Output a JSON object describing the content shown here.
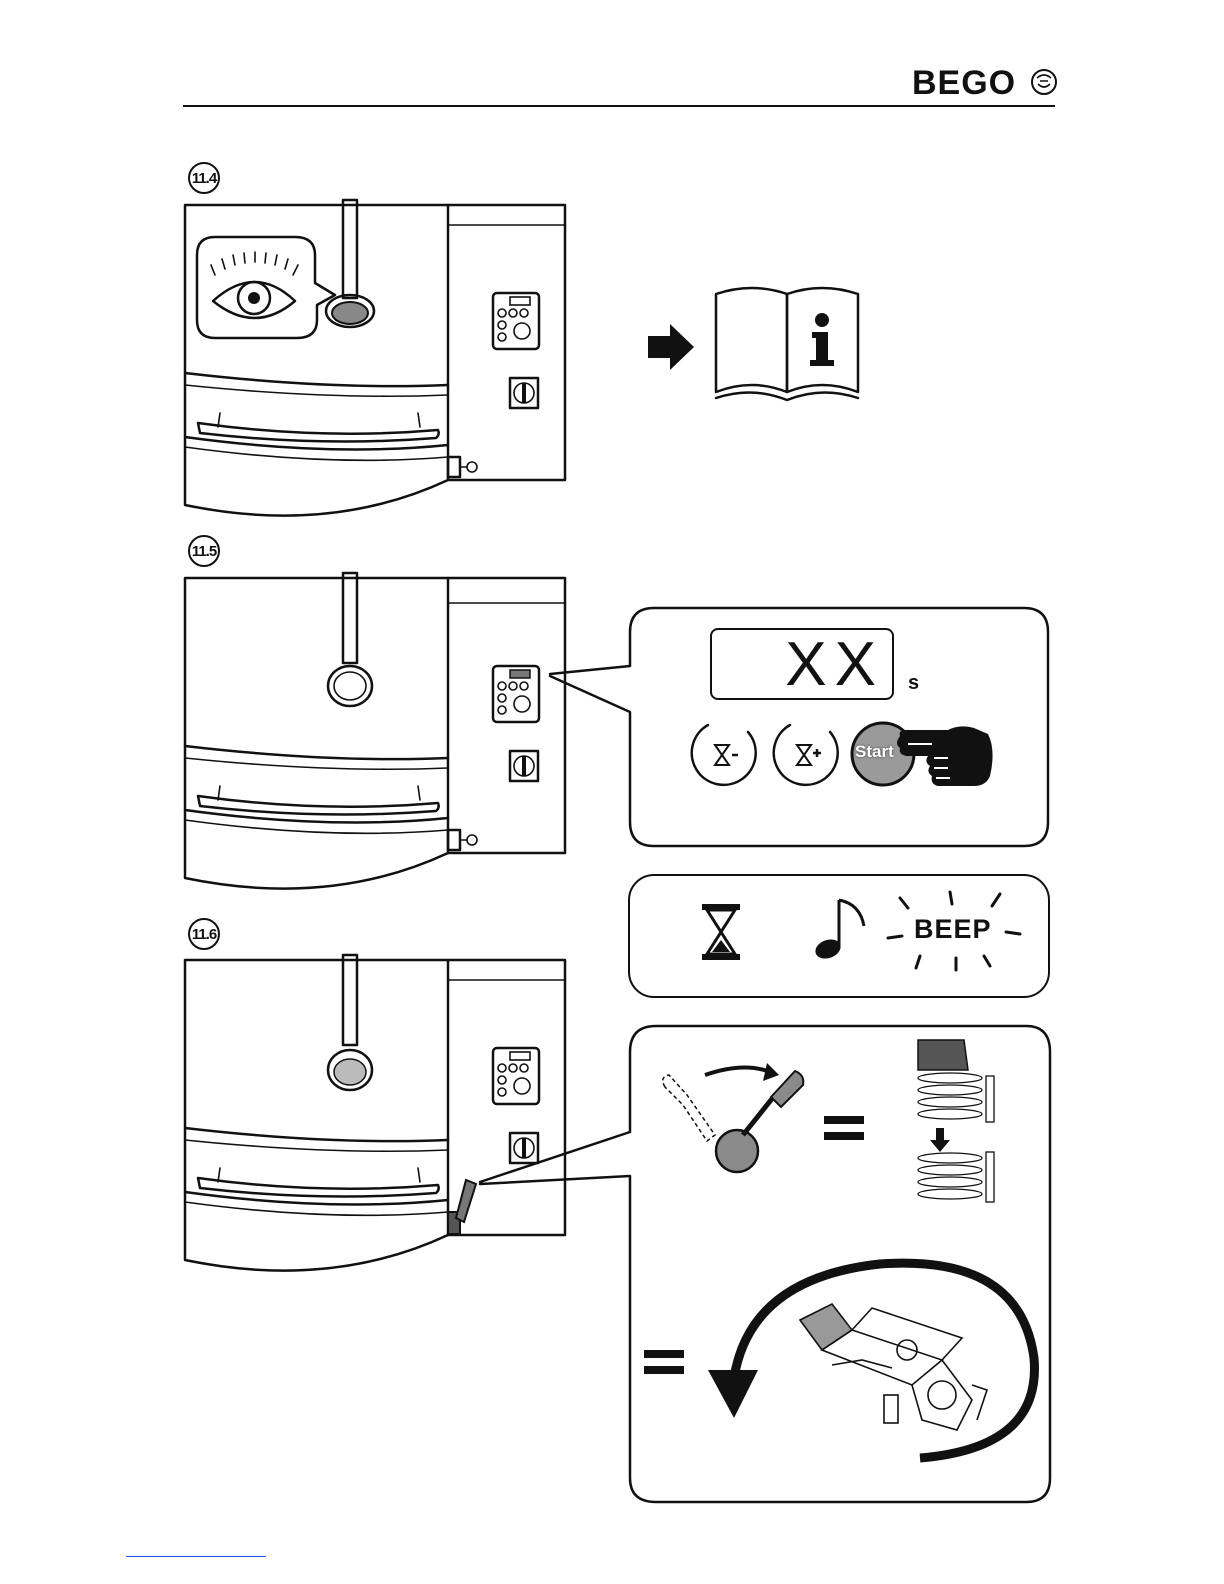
{
  "header": {
    "brand": "BEGO",
    "logo_icon": "bego-seal-icon"
  },
  "steps": [
    {
      "number": "11.4"
    },
    {
      "number": "11.5"
    },
    {
      "number": "11.6"
    }
  ],
  "timer_panel": {
    "display_value": "XX",
    "display_unit": "s",
    "buttons": [
      {
        "icon": "hourglass-minus-icon"
      },
      {
        "icon": "hourglass-plus-icon"
      },
      {
        "label": "Start"
      }
    ]
  },
  "signal_panel": {
    "beep_text": "BEEP",
    "icons": [
      "hourglass-icon",
      "music-note-icon"
    ]
  },
  "colors": {
    "ink": "#111111",
    "button_fill": "#9a9a9a",
    "lever_fill": "#8a8a8a"
  }
}
